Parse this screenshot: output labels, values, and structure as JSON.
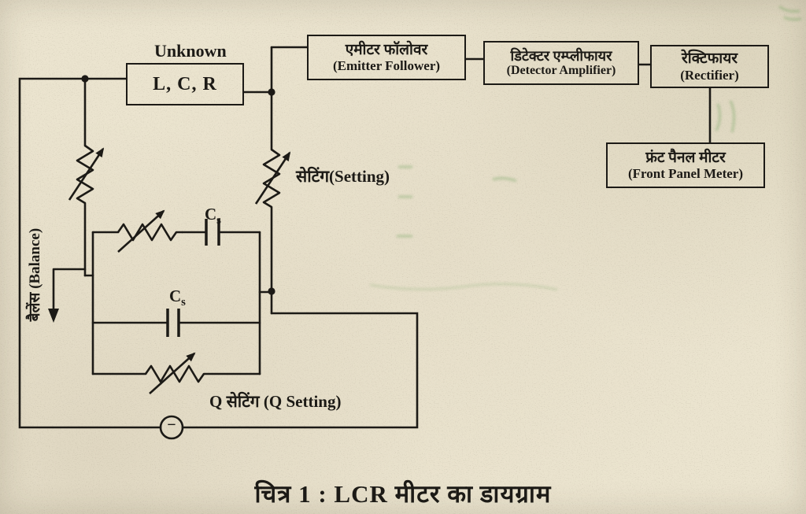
{
  "figure": {
    "caption": "चित्र 1 : LCR मीटर का डायग्राम"
  },
  "blocks": {
    "unknown_title": "Unknown",
    "unknown_value": "L, C, R",
    "emitter_follower_hi": "एमीटर फॉलोवर",
    "emitter_follower_en": "(Emitter Follower)",
    "detector_amplifier_hi": "डिटेक्टर एम्प्लीफायर",
    "detector_amplifier_en": "(Detector Amplifier)",
    "rectifier_hi": "रेक्टिफायर",
    "rectifier_en": "(Rectifier)",
    "front_panel_meter_hi": "फ्रंट पैनल मीटर",
    "front_panel_meter_en": "(Front Panel Meter)"
  },
  "labels": {
    "setting": "सेटिंग(Setting)",
    "balance": "बैलेंस (Balance)",
    "q_setting": "Q सेटिंग (Q Setting)",
    "capacitor_letter": "C",
    "capacitor_sub": "s",
    "source_symbol": "−"
  },
  "colors": {
    "ink": "#1c1a16",
    "paper": "#ebe4cf"
  }
}
